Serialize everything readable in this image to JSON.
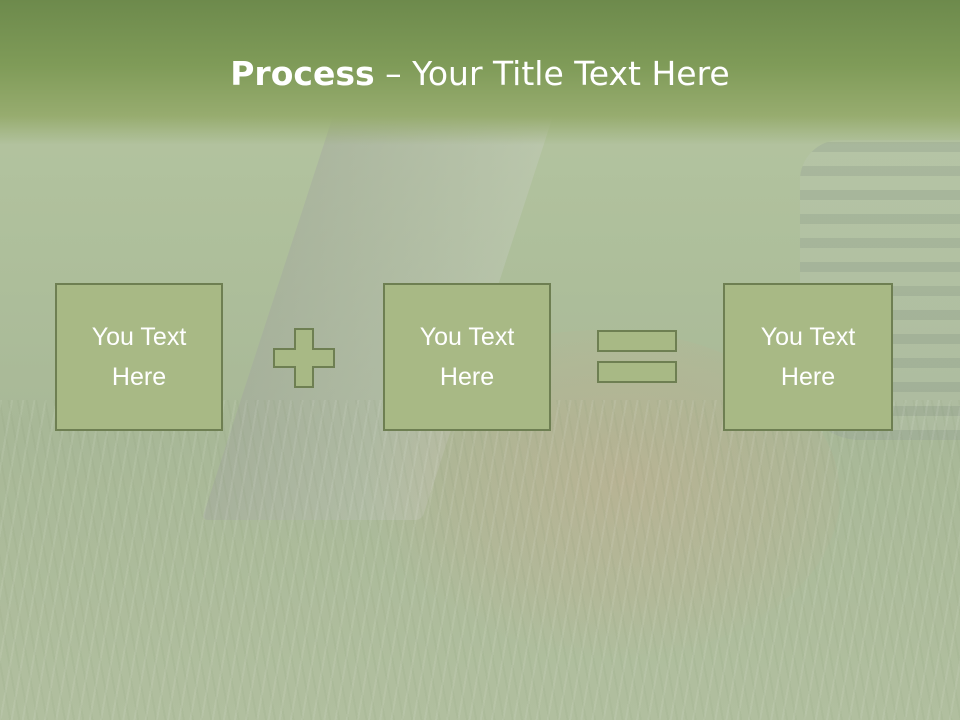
{
  "slide": {
    "title_bold": "Process",
    "title_rest": " – Your Title Text Here",
    "boxes": [
      {
        "text": "You Text\nHere"
      },
      {
        "text": "You Text\nHere"
      },
      {
        "text": "You Text\nHere"
      }
    ],
    "operators": [
      "plus-icon",
      "equals-icon"
    ]
  },
  "colors": {
    "header": "#7f9b58",
    "box_fill": "#a8b985",
    "box_border": "#6e7f52",
    "text": "#ffffff"
  }
}
